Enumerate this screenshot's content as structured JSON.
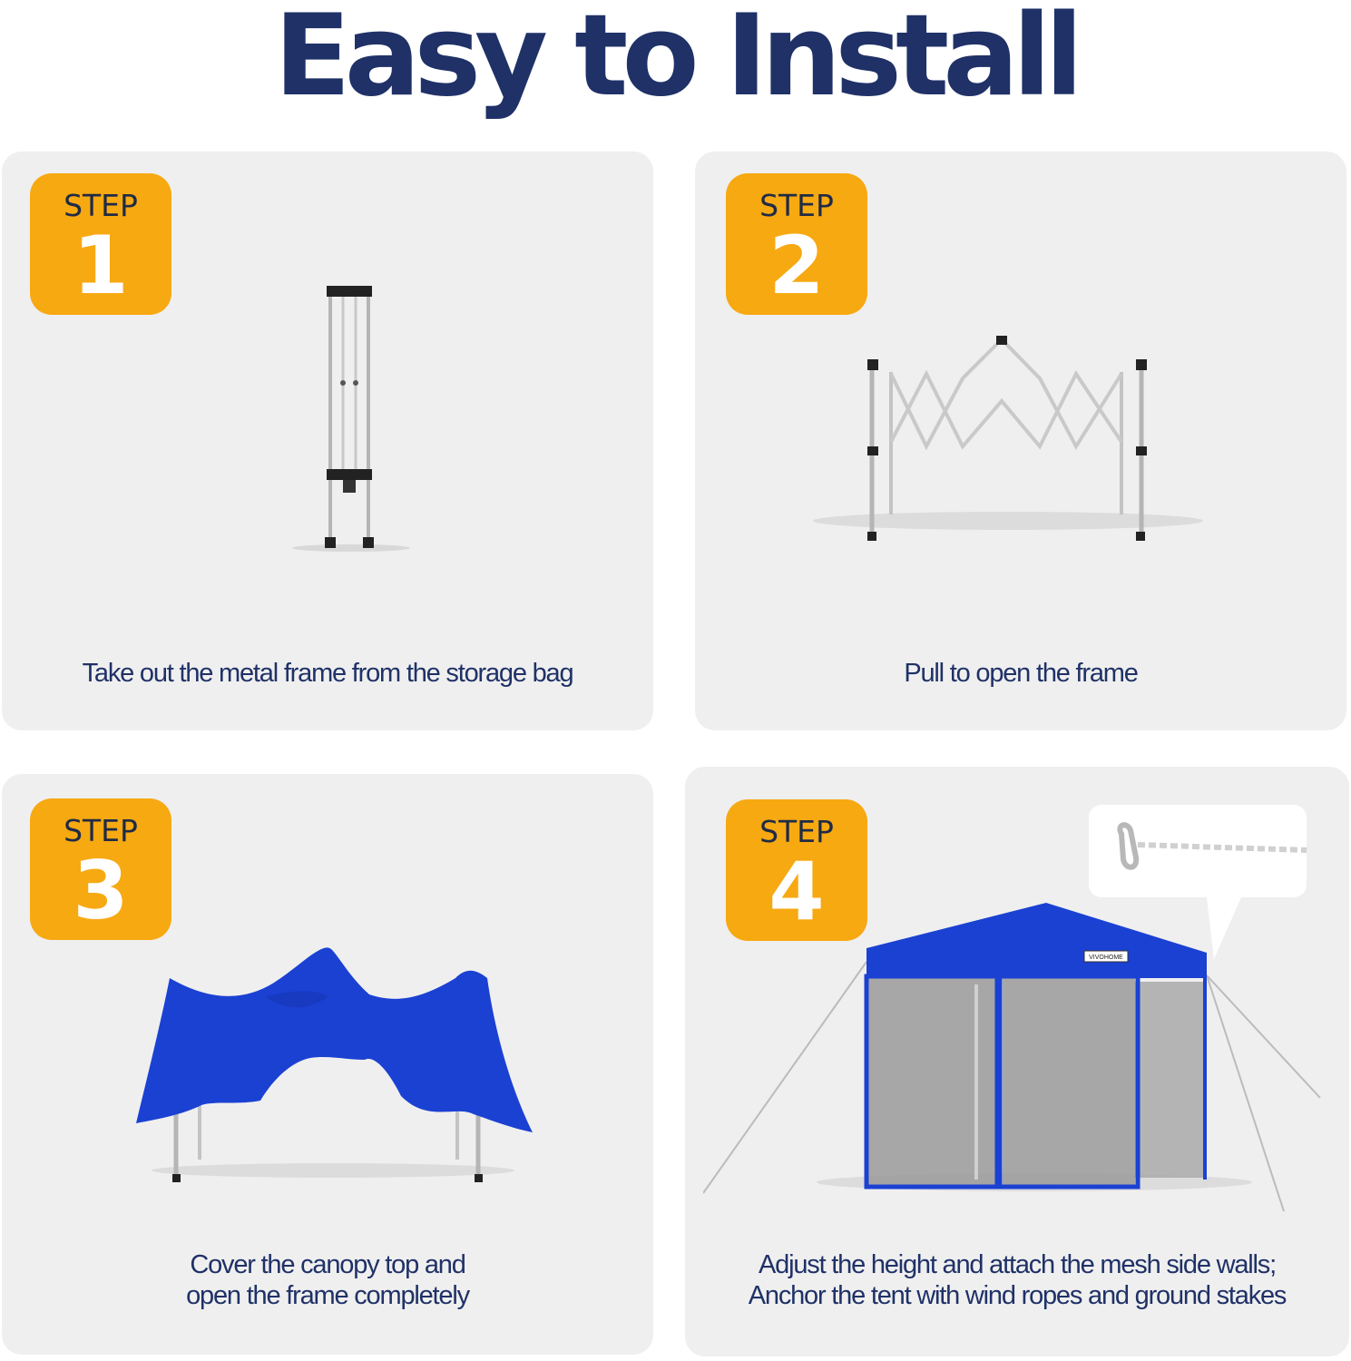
{
  "title": "Easy to Install",
  "colors": {
    "title": "#1f3167",
    "badge": "#f7a912",
    "panel": "#efefef",
    "canopy": "#1b41d3",
    "caption": "#1f3167"
  },
  "steps": [
    {
      "label": "STEP",
      "number": "1",
      "caption": "Take out the metal frame from the storage bag"
    },
    {
      "label": "STEP",
      "number": "2",
      "caption": "Pull to open the frame"
    },
    {
      "label": "STEP",
      "number": "3",
      "caption_line1": "Cover the canopy top and",
      "caption_line2": "open the frame completely"
    },
    {
      "label": "STEP",
      "number": "4",
      "caption_line1": "Adjust the height and attach the mesh side walls;",
      "caption_line2": "Anchor the tent with wind ropes and ground stakes",
      "brand_tag": "VIVOHOME"
    }
  ]
}
